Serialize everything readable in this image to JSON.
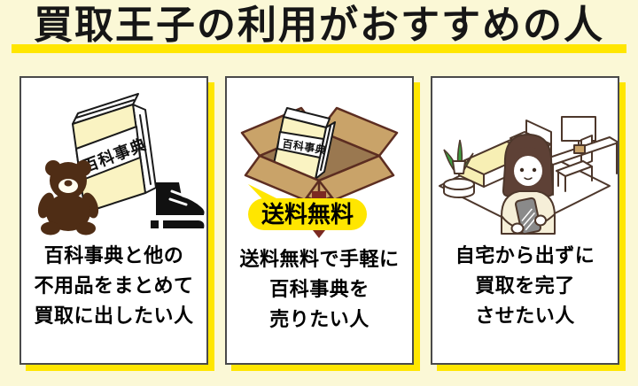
{
  "title": {
    "text": "買取王子の利用がおすすめの人"
  },
  "shared": {
    "book_label": "百科事典"
  },
  "cards": [
    {
      "name": "card-bulk-sell",
      "illustration": "encyclopedia-teddy-bear-boot",
      "lines": [
        "百科事典と他の",
        "不用品をまとめて",
        "買取に出したい人"
      ]
    },
    {
      "name": "card-free-shipping",
      "illustration": "encyclopedia-in-open-box",
      "badge": "送料無料",
      "lines": [
        "送料無料で手軽に",
        "百科事典を",
        "売りたい人"
      ]
    },
    {
      "name": "card-sell-from-home",
      "illustration": "woman-smartphone-room",
      "lines": [
        "自宅から出ずに",
        "買取を完了",
        "させたい人"
      ]
    }
  ],
  "colors": {
    "background": "#FBF8D6",
    "highlight_yellow": "#FFE600",
    "card_border": "#4A4A4A",
    "text_black": "#111111",
    "bear_brown": "#4F2D15",
    "cardboard_tan": "#C9A369",
    "box_outline_maroon": "#5C2D21",
    "arrow_maroon": "#7B2A22",
    "leaf_green": "#3F9B41",
    "hair_brown": "#5E4136",
    "blanket_yellow": "#F7EFB4",
    "book_cover_cream": "#FAF3C2",
    "sweater_cream": "#F6EFD8",
    "phone_gray": "#8A8A8A"
  }
}
